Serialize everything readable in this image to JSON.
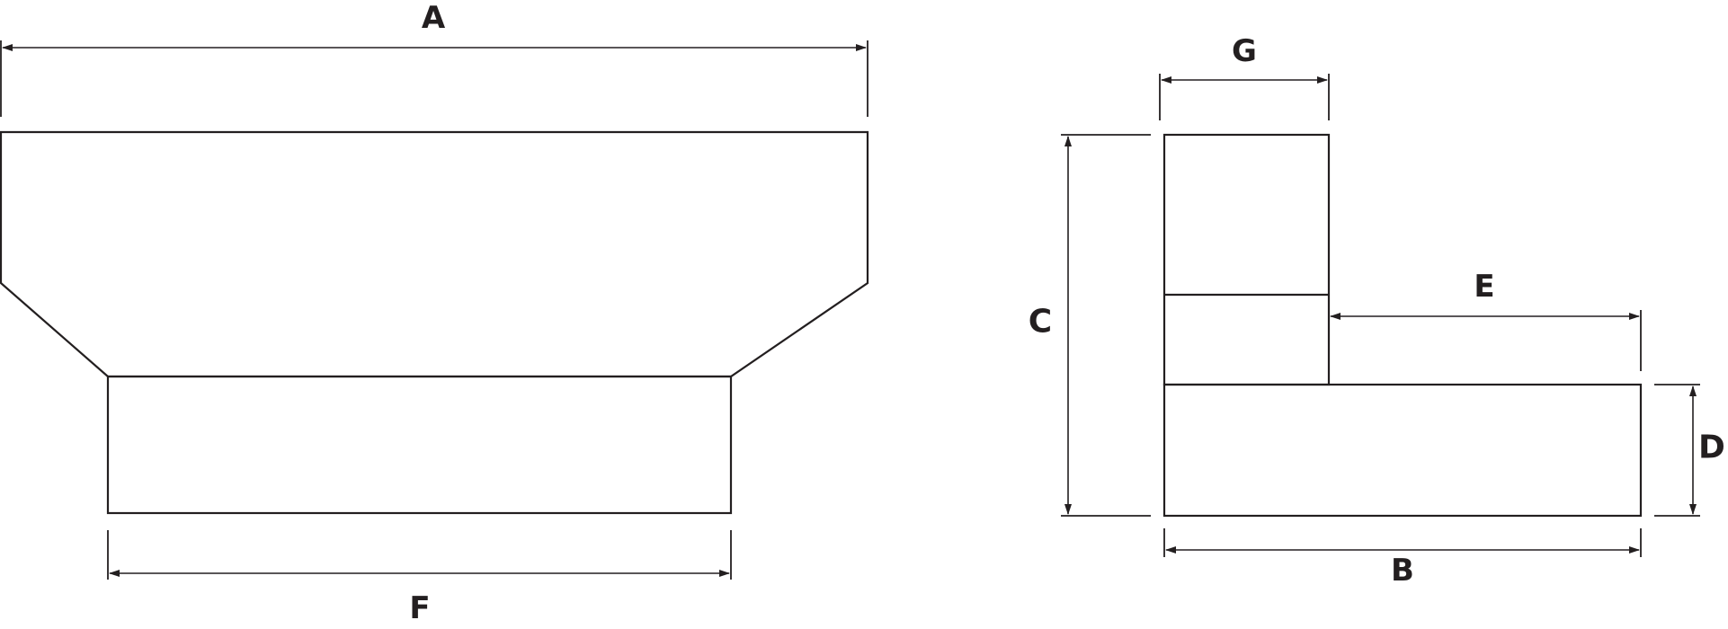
{
  "labels": {
    "A": "A",
    "B": "B",
    "C": "C",
    "D": "D",
    "E": "E",
    "F": "F",
    "G": "G"
  },
  "colors": {
    "stroke": "#231f20",
    "background": "#ffffff"
  }
}
